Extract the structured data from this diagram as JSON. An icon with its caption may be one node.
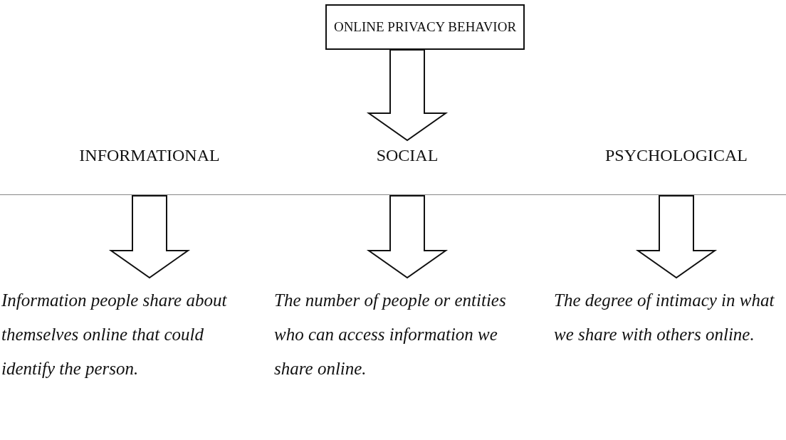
{
  "diagram": {
    "nodes": [
      {
        "text": [
          "ONLINE PRIVACY BEHAVIOR"
        ]
      },
      {
        "text": [
          "INFORMATIONAL"
        ]
      },
      {
        "text": [
          "SOCIAL"
        ]
      },
      {
        "text": [
          "PSYCHOLOGICAL"
        ]
      },
      {
        "text": [
          "Information people share about themselves online that could identify the person."
        ]
      },
      {
        "text": [
          "The number of people or entities who can access information we share online."
        ]
      },
      {
        "text": [
          "The degree of intimacy in what we share with others online."
        ]
      }
    ],
    "edges": [
      {
        "from": 0,
        "to": 2,
        "arrow": "to"
      },
      {
        "from": 1,
        "to": 4,
        "arrow": "to"
      },
      {
        "from": 2,
        "to": 5,
        "arrow": "to"
      },
      {
        "from": 3,
        "to": 6,
        "arrow": "to"
      }
    ]
  }
}
